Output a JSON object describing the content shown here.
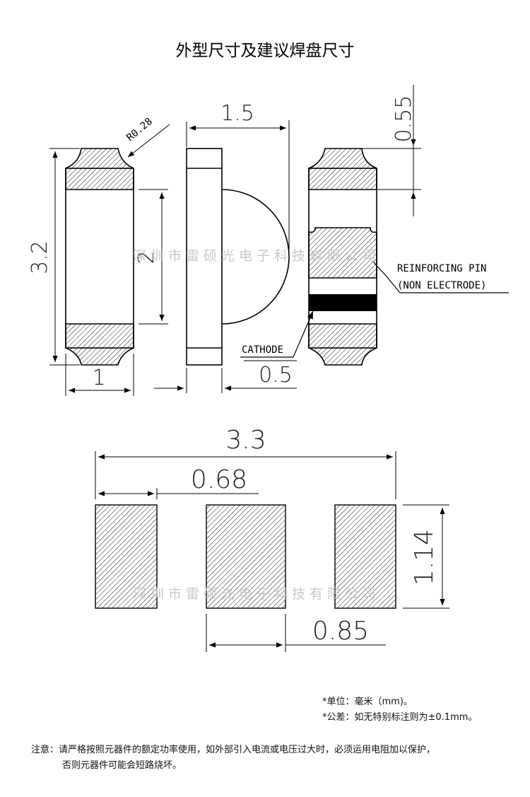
{
  "title": "外型尺寸及建议焊盘尺寸",
  "dimensions": {
    "top_view": {
      "height": "3.2",
      "width": "1",
      "inner": "2",
      "radius": "R0.28"
    },
    "side_view": {
      "width": "1.5",
      "base": "0.5"
    },
    "bottom_view": {
      "pad": "0.55"
    },
    "footprint": {
      "total": "3.3",
      "pad_width": "0.68",
      "pad_height": "1.14",
      "spacing": "0.85"
    }
  },
  "labels": {
    "reinforcing_1": "REINFORCING PIN",
    "reinforcing_2": "(NON ELECTRODE)",
    "cathode": "CATHODE"
  },
  "watermark": "深圳市雷硕光电子科技有限公司",
  "notes": {
    "unit": "*单位：毫米（mm)。",
    "tolerance": "*公差：如无特别标注则为±0.1mm。",
    "caution_1": "注意：请严格按照元器件的额定功率使用，如外部引入电流或电压过大时，必须运用电阻加以保护，",
    "caution_2": "否则元器件可能会短路烧坏。"
  },
  "colors": {
    "line": "#000000",
    "watermark": "#c9c9c9"
  }
}
